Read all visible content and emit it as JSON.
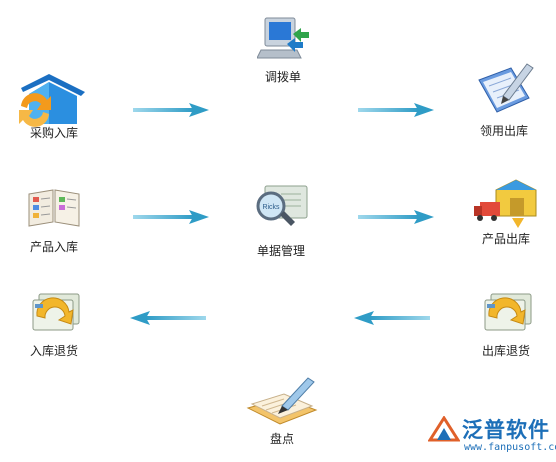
{
  "nodes": {
    "transfer": "调拨单",
    "purchase_in": "采购入库",
    "requisition_out": "领用出库",
    "product_in": "产品入库",
    "document_mgmt": "单据管理",
    "product_out": "产品出库",
    "inbound_return": "入库退货",
    "outbound_return": "出库退货",
    "inventory_check": "盘点"
  },
  "icons": {
    "transfer": "computer-transfer-icon",
    "purchase_in": "house-refresh-icon",
    "requisition_out": "notepad-pen-icon",
    "product_in": "catalog-book-icon",
    "document_mgmt": "magnifier-document-icon",
    "product_out": "warehouse-truck-icon",
    "inbound_return": "return-arrow-card-icon",
    "outbound_return": "return-arrow-card-icon",
    "inventory_check": "paper-pen-icon",
    "magnifier_text": "Ricks"
  },
  "brand": {
    "name": "泛普软件",
    "url": "www.fanpusoft.com"
  },
  "colors": {
    "arrow": "#3fa9cf",
    "brand": "#1d6fb8"
  }
}
